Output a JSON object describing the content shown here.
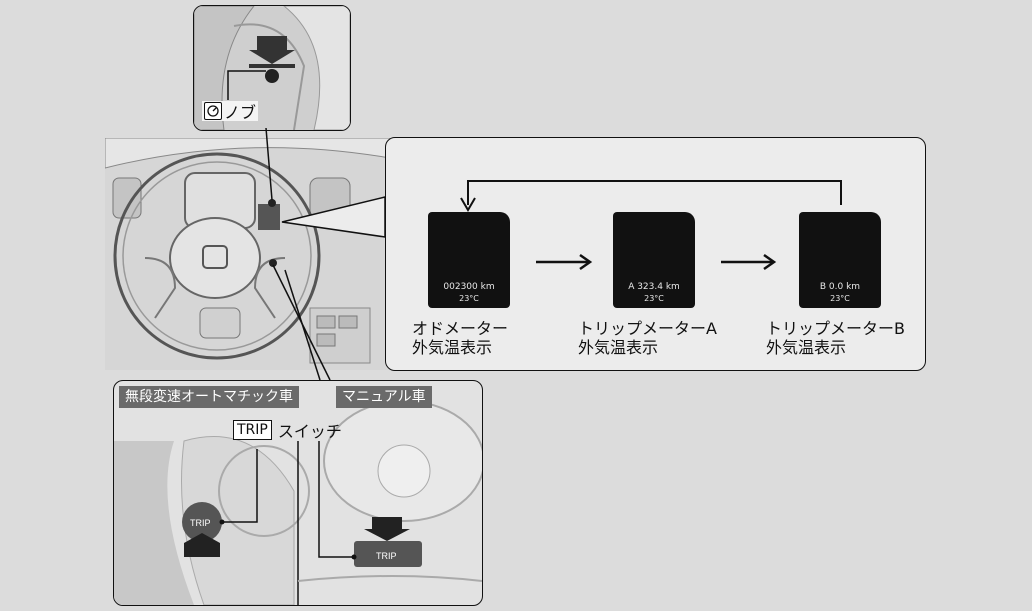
{
  "knob": {
    "label": "ノブ",
    "icon": "speedometer-icon"
  },
  "display_panel": {
    "screens": [
      {
        "line1": "002300 km",
        "line2": "23°C",
        "caption_line1": "オドメーター",
        "caption_line2": "外気温表示"
      },
      {
        "line1": "A  323.4 km",
        "line2": "23°C",
        "caption_line1": "トリップメーターA",
        "caption_line2": "外気温表示"
      },
      {
        "line1": "B  0.0 km",
        "line2": "23°C",
        "caption_line1": "トリップメーターB",
        "caption_line2": "外気温表示"
      }
    ]
  },
  "bottom_panel": {
    "tag_cvt": "無段変速オートマチック車",
    "tag_manual": "マニュアル車",
    "trip_boxed": "TRIP",
    "trip_suffix": "スイッチ",
    "button_text_left": "TRIP",
    "button_text_right": "TRIP"
  },
  "colors": {
    "background": "#dcdcdc",
    "outline": "#111111",
    "screen": "#111111",
    "tag": "#6a6a6a"
  }
}
